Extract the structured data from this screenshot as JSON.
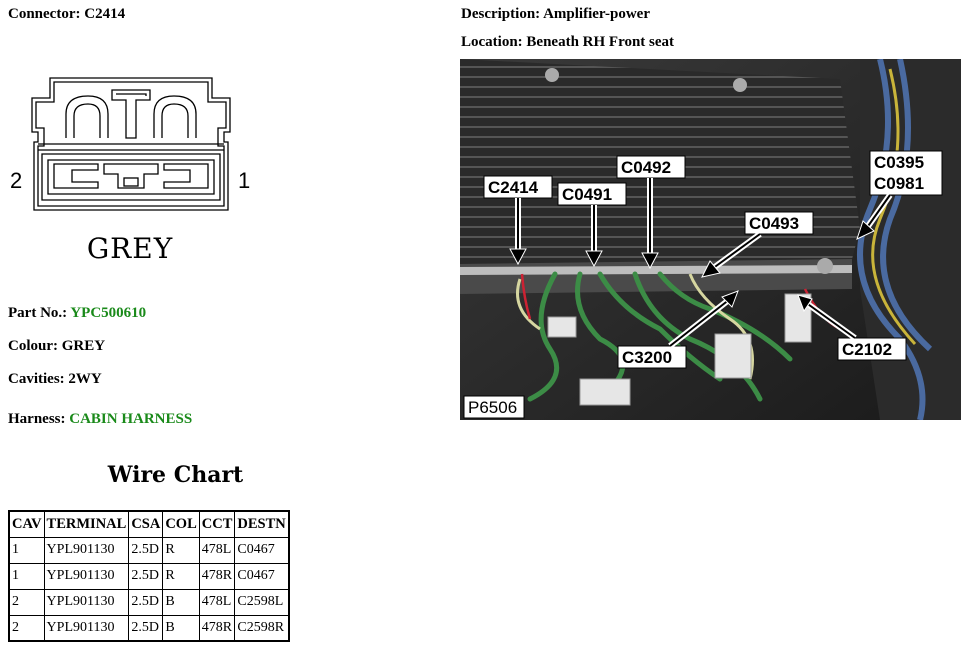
{
  "connector": {
    "title": "Connector: C2414",
    "pin_left": "2",
    "pin_right": "1",
    "colour_label": "GREY"
  },
  "description": "Description: Amplifier-power",
  "location": "Location: Beneath RH Front seat",
  "photo": {
    "labels": [
      "C2414",
      "C0491",
      "C0492",
      "C0493",
      "C0395",
      "C0981",
      "C3200",
      "C2102"
    ],
    "ref": "P6506"
  },
  "details": {
    "part_label": "Part No.: ",
    "part_value": "YPC500610",
    "colour": "Colour: GREY",
    "cavities": "Cavities: 2WY",
    "harness_label": "Harness: ",
    "harness_value": "CABIN HARNESS"
  },
  "wire_chart": {
    "title": "Wire Chart",
    "headers": [
      "CAV",
      "TERMINAL",
      "CSA",
      "COL",
      "CCT",
      "DESTN"
    ],
    "rows": [
      [
        "1",
        "YPL901130",
        "2.5D",
        "R",
        "478L",
        "C0467"
      ],
      [
        "1",
        "YPL901130",
        "2.5D",
        "R",
        "478R",
        "C0467"
      ],
      [
        "2",
        "YPL901130",
        "2.5D",
        "B",
        "478L",
        "C2598L"
      ],
      [
        "2",
        "YPL901130",
        "2.5D",
        "B",
        "478R",
        "C2598R"
      ]
    ]
  },
  "colors": {
    "link_green": "#1a8a1a"
  }
}
